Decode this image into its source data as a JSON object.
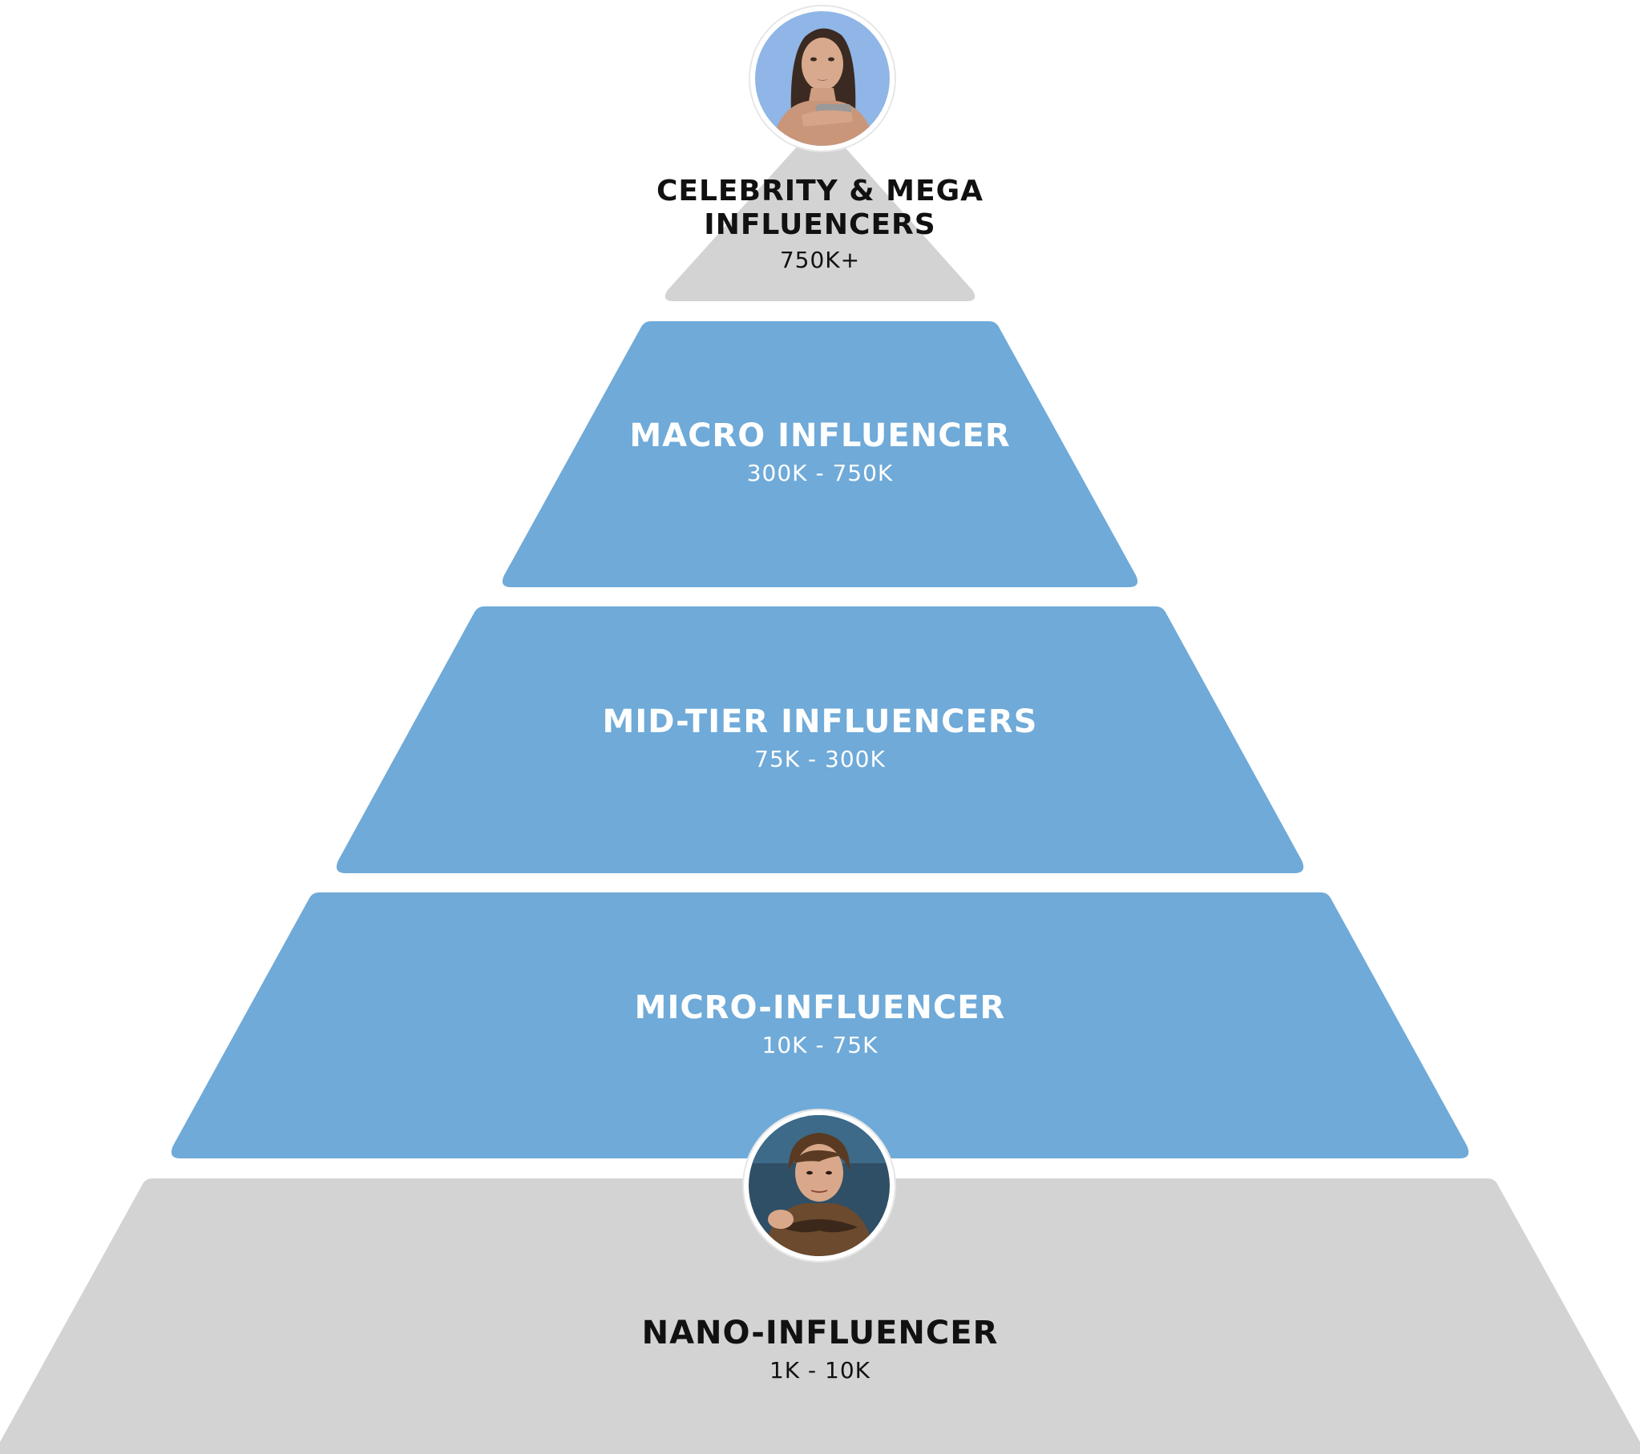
{
  "colors": {
    "gray_tier": "#d3d3d3",
    "blue_tier": "#6faad8",
    "dark_text": "#111111",
    "light_text": "#ffffff"
  },
  "tiers": [
    {
      "name": "CELEBRITY & MEGA\nINFLUENCERS",
      "range": "750K+",
      "color": "#d3d3d3"
    },
    {
      "name": "MACRO INFLUENCER",
      "range": "300K - 750K",
      "color": "#6faad8"
    },
    {
      "name": "MID-TIER INFLUENCERS",
      "range": "75K - 300K",
      "color": "#6faad8"
    },
    {
      "name": "MICRO-INFLUENCER",
      "range": "10K - 75K",
      "color": "#6faad8"
    },
    {
      "name": "NANO-INFLUENCER",
      "range": "1K - 10K",
      "color": "#d3d3d3"
    }
  ],
  "avatars": {
    "top": "celebrity-avatar",
    "bottom": "nano-influencer-avatar"
  }
}
